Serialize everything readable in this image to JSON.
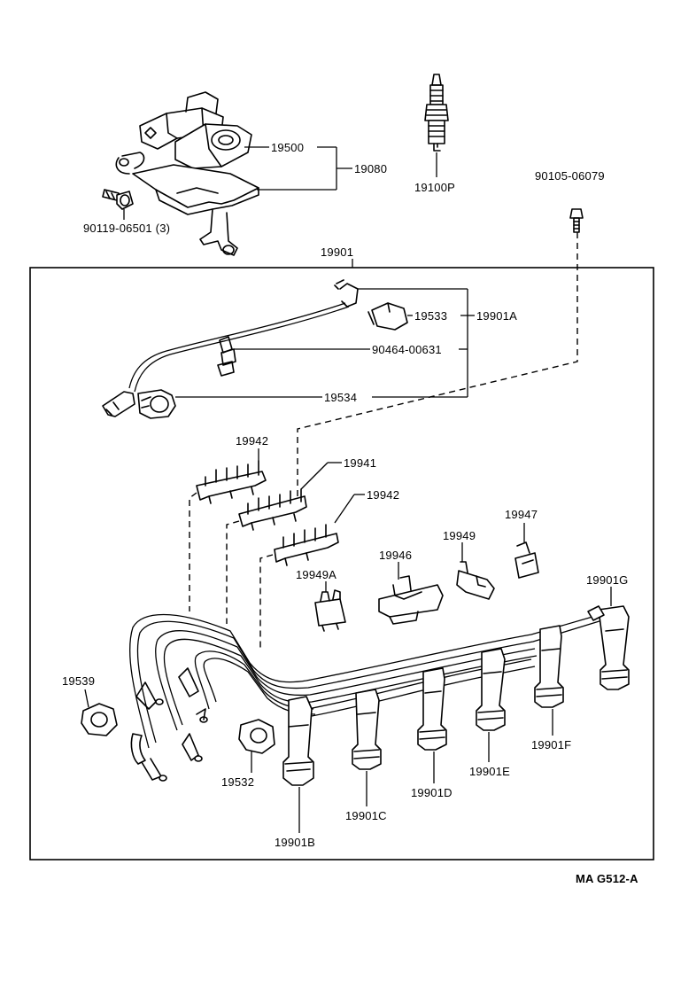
{
  "labels": {
    "p19500": "19500",
    "p19080": "19080",
    "p19100P": "19100P",
    "p90105": "90105-06079",
    "p90119": "90119-06501 (3)",
    "p19901": "19901",
    "p19533": "19533",
    "p19901A": "19901A",
    "p90464": "90464-00631",
    "p19534": "19534",
    "p19942a": "19942",
    "p19941": "19941",
    "p19942b": "19942",
    "p19947": "19947",
    "p19949": "19949",
    "p19946": "19946",
    "p19949A": "19949A",
    "p19901G": "19901G",
    "p19539": "19539",
    "p19532": "19532",
    "p19901F": "19901F",
    "p19901E": "19901E",
    "p19901D": "19901D",
    "p19901C": "19901C",
    "p19901B": "19901B"
  },
  "footer_code": "MA  G512-A"
}
